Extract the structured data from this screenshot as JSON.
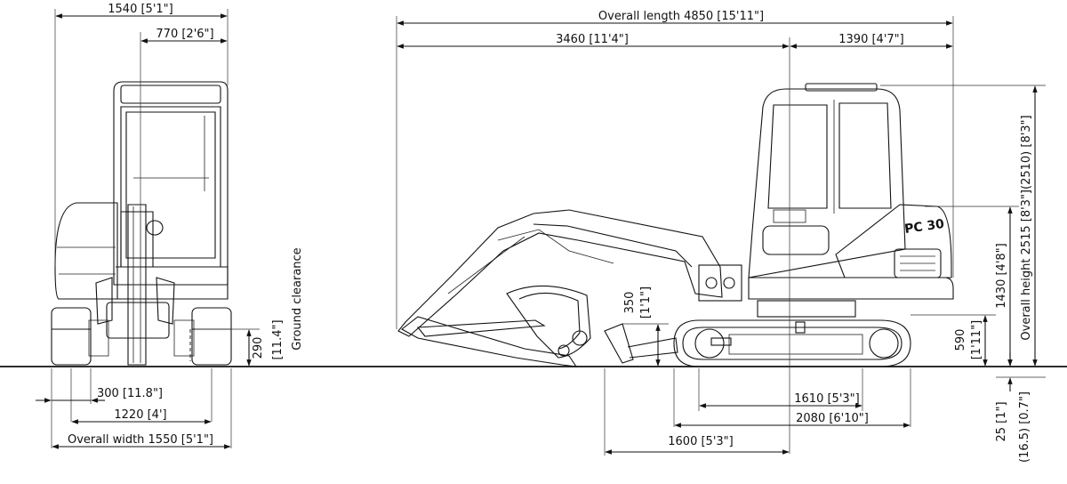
{
  "front_view": {
    "width_top": "1540 [5'1\"]",
    "width_half": "770 [2'6\"]",
    "ground_clearance_value": "290",
    "ground_clearance_imperial": "[11.4\"]",
    "ground_clearance_label": "Ground clearance",
    "shoe_width": "300 [11.8\"]",
    "track_gauge": "1220 [4']",
    "overall_width": "Overall width 1550 [5'1\"]"
  },
  "side_view": {
    "overall_length": "Overall length 4850 [15'11\"]",
    "front_section": "3460 [11'4\"]",
    "rear_section": "1390 [4'7\"]",
    "blade_height_value": "350",
    "blade_height_imperial": "[1'1\"]",
    "track_height_value": "590",
    "track_height_imperial": "[1'11\"]",
    "hood_height": "1430 [4'8\"]",
    "overall_height": "Overall height 2515 [8'3\"](2510) [8'3\"]",
    "blade_depth_value": "25 [1\"]",
    "blade_depth_imperial": "(16.5) [0.7\"]",
    "tumbler_distance": "1610 [5'3\"]",
    "track_length": "2080 [6'10\"]",
    "blade_reach": "1600 [5'3\"]",
    "model_badge": "PC 30"
  },
  "colors": {
    "ink": "#111111",
    "paper": "#ffffff"
  }
}
